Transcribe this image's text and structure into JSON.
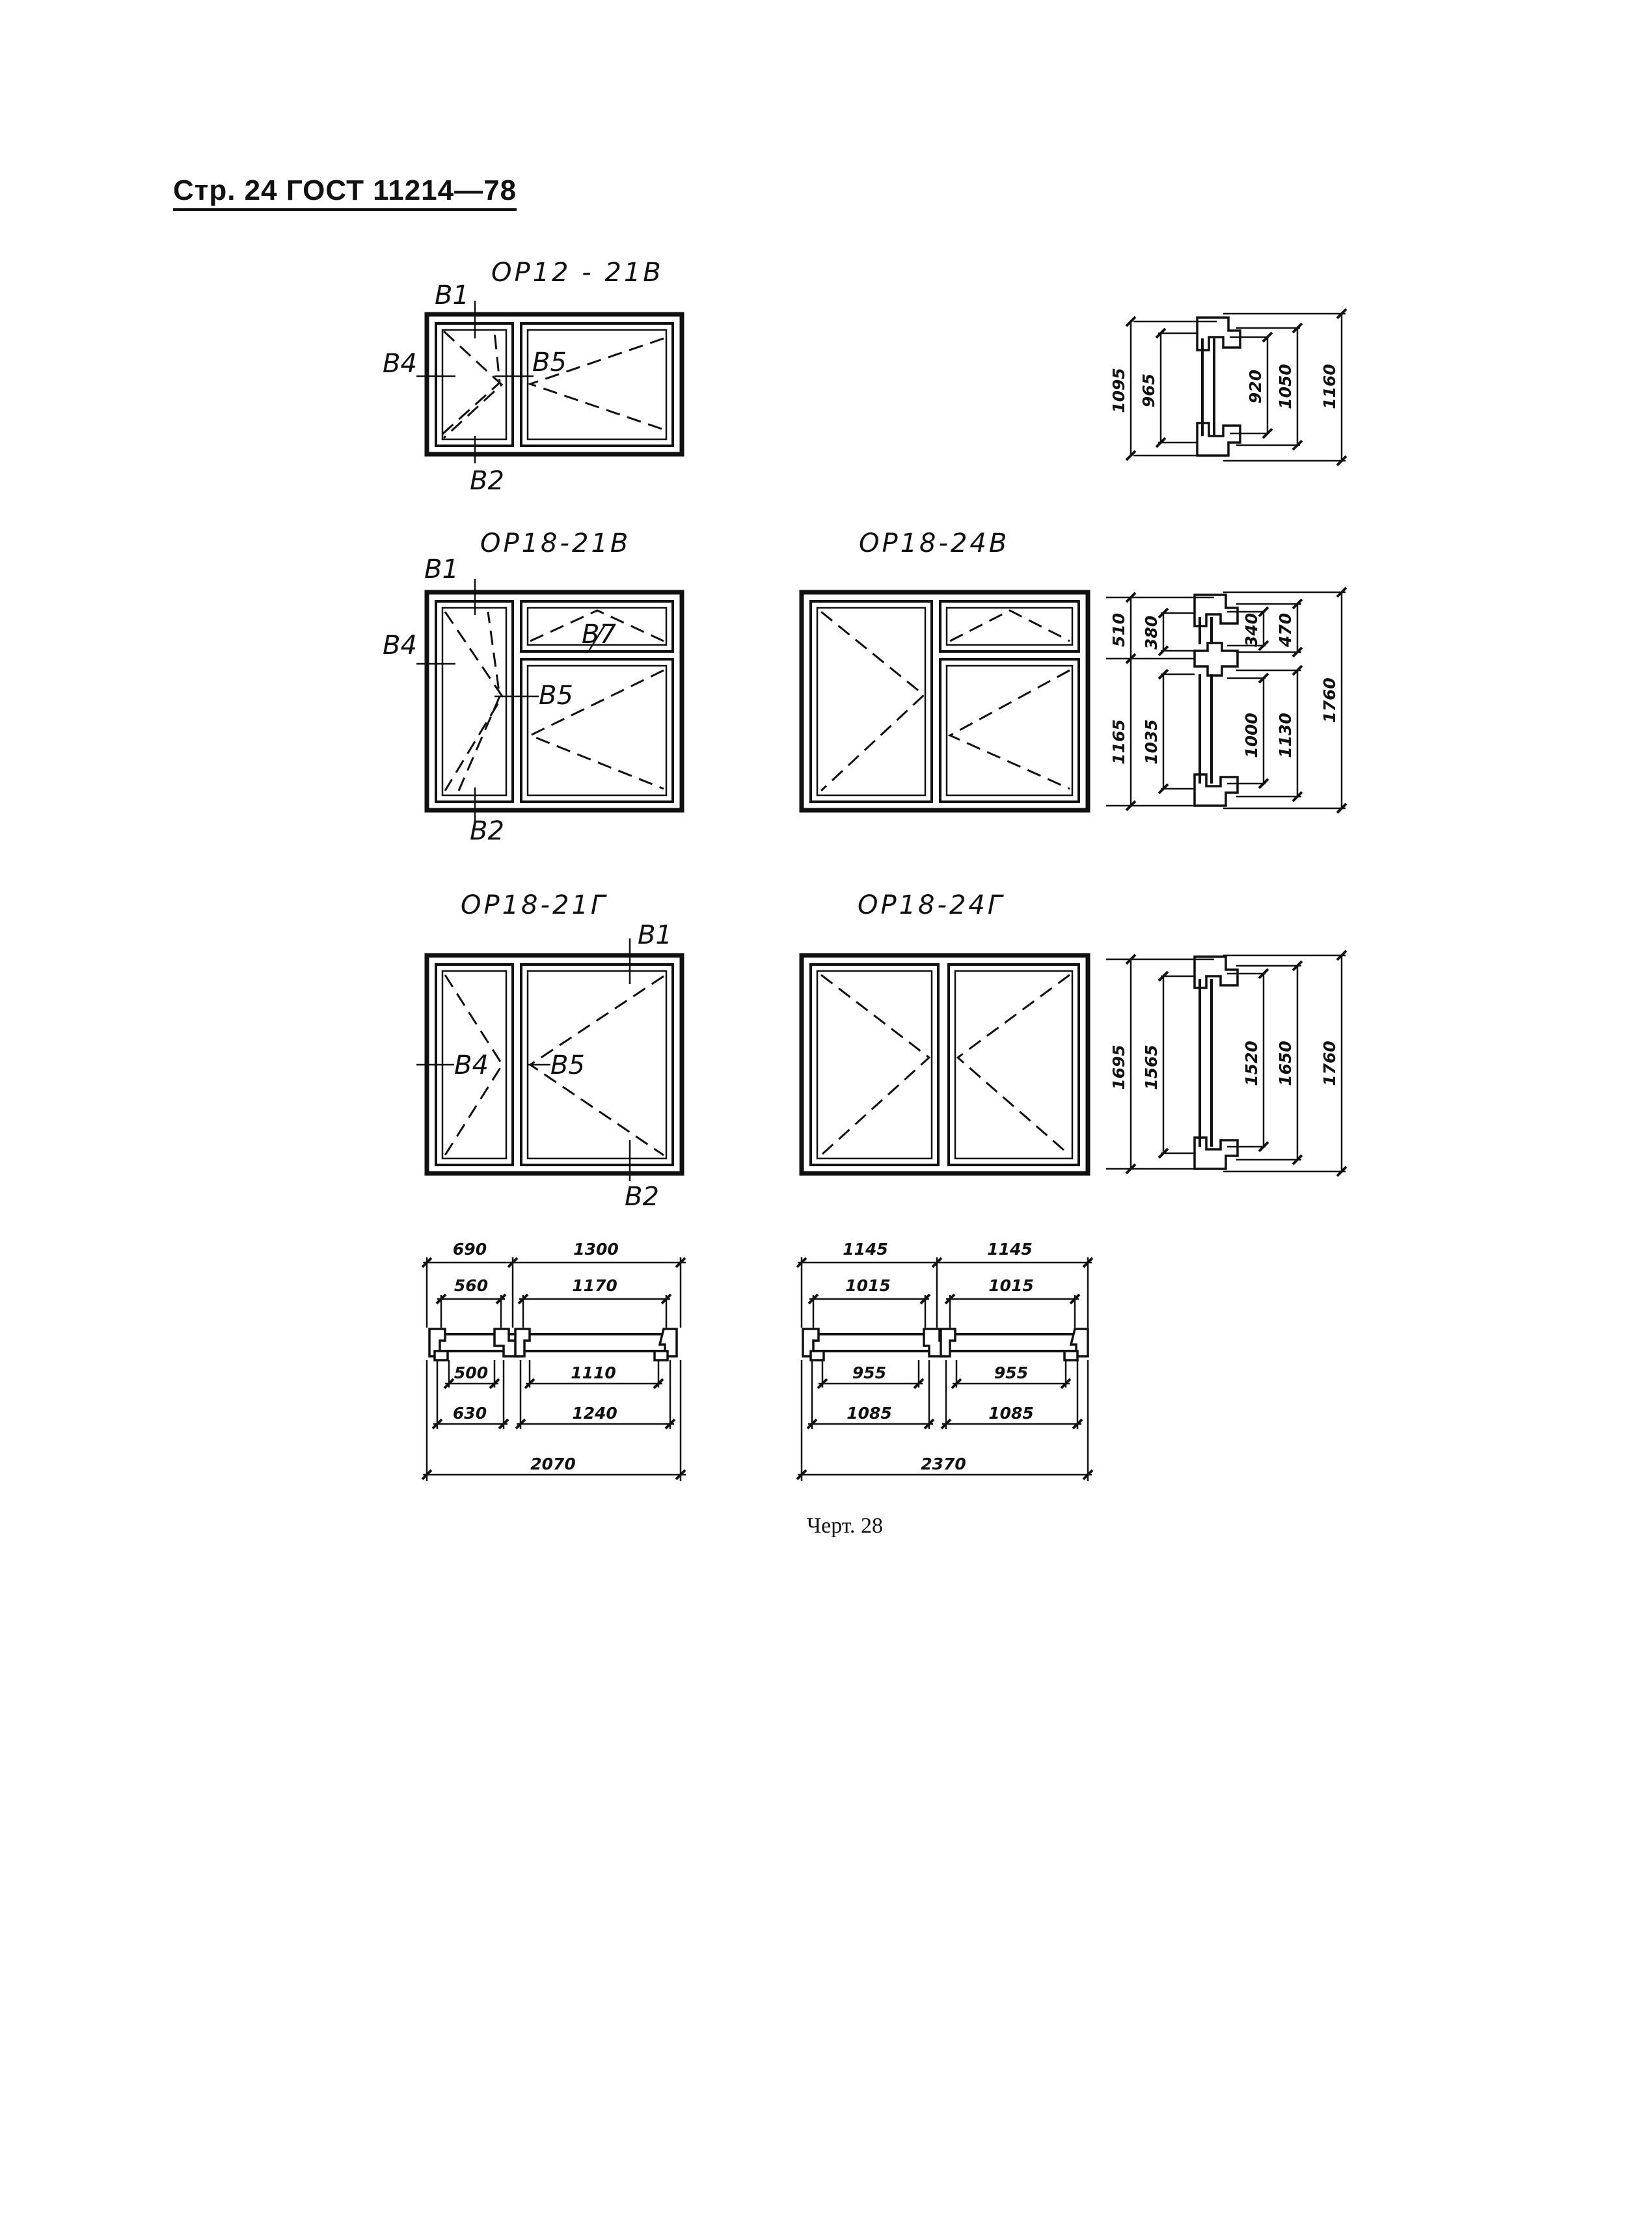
{
  "header": {
    "text": "Стр. 24 ГОСТ 11214—78"
  },
  "caption": "Черт. 28",
  "windows": {
    "op12_21v": {
      "title": "ОР12 - 21В",
      "labels": {
        "b1": "В1",
        "b2": "В2",
        "b4": "В4",
        "b5": "В5"
      }
    },
    "op18_21v": {
      "title": "ОР18-21В",
      "labels": {
        "b1": "В1",
        "b2": "В2",
        "b4": "В4",
        "b5": "В5",
        "b7": "В7"
      }
    },
    "op18_24v": {
      "title": "ОР18-24В"
    },
    "op18_21g": {
      "title": "ОР18-21Г",
      "labels": {
        "b1": "В1",
        "b2": "В2",
        "b4": "В4",
        "b5": "В5"
      }
    },
    "op18_24g": {
      "title": "ОР18-24Г"
    }
  },
  "sections": {
    "s1": {
      "d1095": "1095",
      "d965": "965",
      "d920": "920",
      "d1050": "1050",
      "d1160": "1160"
    },
    "s2": {
      "d510": "510",
      "d380": "380",
      "d340": "340",
      "d470": "470",
      "d1165": "1165",
      "d1035": "1035",
      "d1000": "1000",
      "d1130": "1130",
      "d1760": "1760"
    },
    "s3": {
      "d1695": "1695",
      "d1565": "1565",
      "d1520": "1520",
      "d1650": "1650",
      "d1760": "1760"
    }
  },
  "plans": {
    "p1": {
      "d690": "690",
      "d1300": "1300",
      "d560": "560",
      "d1170": "1170",
      "d500": "500",
      "d1110": "1110",
      "d630": "630",
      "d1240": "1240",
      "d2070": "2070"
    },
    "p2": {
      "d1145a": "1145",
      "d1145b": "1145",
      "d1015a": "1015",
      "d1015b": "1015",
      "d955a": "955",
      "d955b": "955",
      "d1085a": "1085",
      "d1085b": "1085",
      "d2370": "2370"
    }
  }
}
